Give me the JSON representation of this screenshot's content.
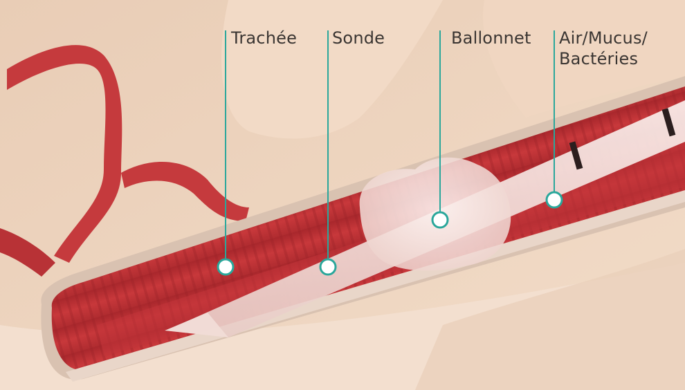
{
  "diagram": {
    "labels": [
      {
        "id": "trachea",
        "text": "Trachée"
      },
      {
        "id": "tube",
        "text": "Sonde"
      },
      {
        "id": "cuff",
        "text": "Ballonnet"
      },
      {
        "id": "contents",
        "text": "Air/Mucus/\nBactéries"
      }
    ]
  },
  "colors": {
    "background": "#efd4bd",
    "tissue": "#e5c4a8",
    "tissue_light": "#f5dfcc",
    "trachea_red": "#b92f33",
    "trachea_dark": "#8e1f24",
    "vessel": "#c53a3d",
    "tube": "#f4e1dc",
    "cuff": "#f7e6e2",
    "leader_line": "#2aa79b",
    "marker_fill": "#ffffff"
  }
}
